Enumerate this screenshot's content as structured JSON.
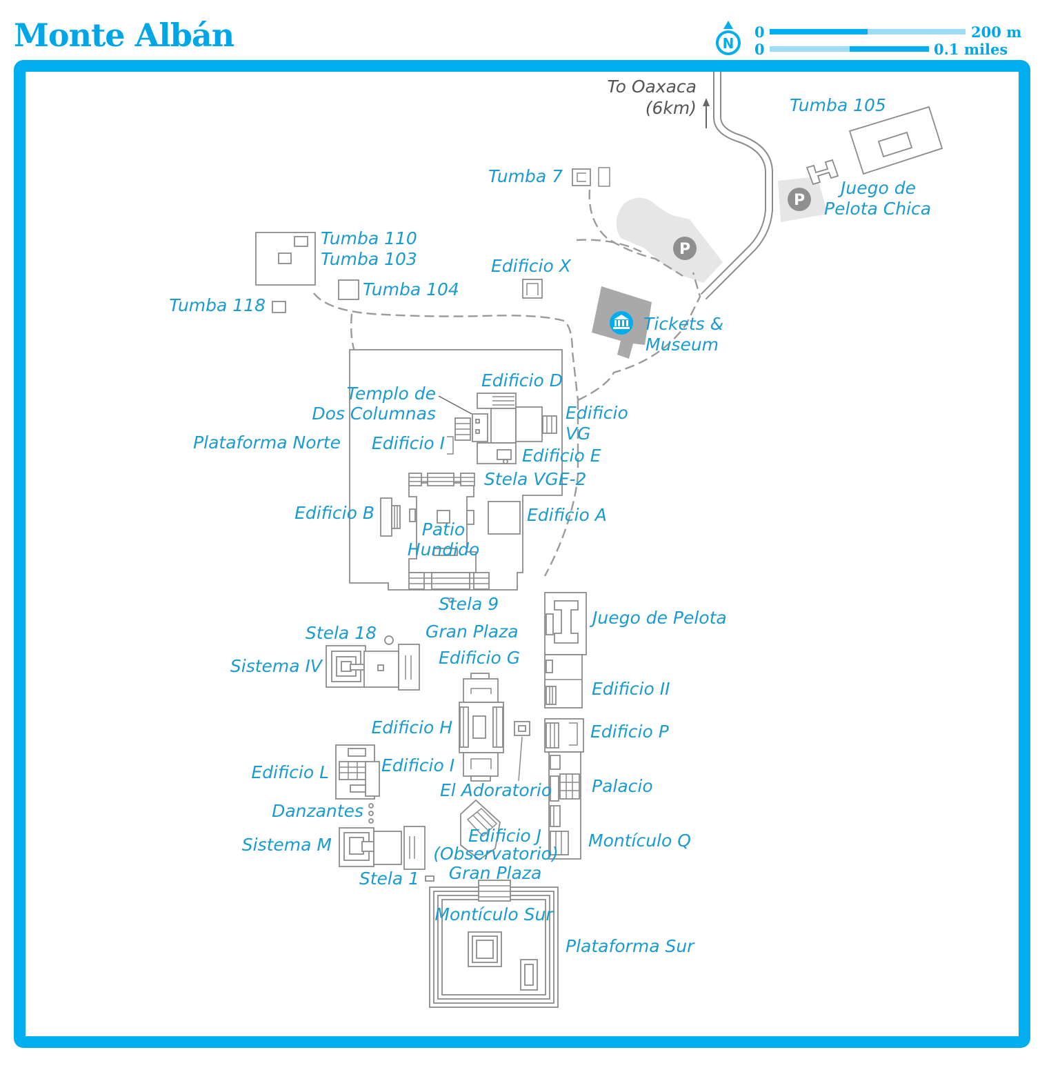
{
  "title": "Monte Albán",
  "scale": {
    "metric_start": "0",
    "metric_end": "200 m",
    "imperial_start": "0",
    "imperial_end": "0.1 miles",
    "north_label": "N"
  },
  "colors": {
    "accent": "#00aeef",
    "label": "#1a9bd0",
    "structure_outline": "#8a8a8a",
    "parking_area": "#e6e6e6",
    "museum_area": "#a9a9a9"
  },
  "icons": {
    "parking": "P",
    "museum": "museum-icon",
    "north": "north-arrow-icon"
  },
  "labels": {
    "to_oaxaca": "To Oaxaca",
    "to_oaxaca_dist": "(6km)",
    "tumba_105": "Tumba 105",
    "juego_pelota_chica_1": "Juego de",
    "juego_pelota_chica_2": "Pelota Chica",
    "tumba_7": "Tumba 7",
    "tumba_110": "Tumba 110",
    "tumba_103": "Tumba 103",
    "tumba_104": "Tumba 104",
    "tumba_118": "Tumba 118",
    "edificio_x": "Edificio X",
    "tickets_1": "Tickets &",
    "tickets_2": "Museum",
    "edificio_d": "Edificio D",
    "templo_1": "Templo de",
    "templo_2": "Dos Columnas",
    "edificio_vg_1": "Edificio",
    "edificio_vg_2": "VG",
    "plataforma_norte": "Plataforma Norte",
    "edificio_i_norte": "Edificio I",
    "edificio_e": "Edificio E",
    "stela_vge2": "Stela VGE-2",
    "edificio_b": "Edificio B",
    "edificio_a": "Edificio A",
    "patio_1": "Patio",
    "patio_2": "Hundido",
    "stela_9": "Stela 9",
    "juego_de_pelota": "Juego de Pelota",
    "stela_18": "Stela 18",
    "gran_plaza": "Gran Plaza",
    "sistema_iv": "Sistema IV",
    "edificio_g": "Edificio G",
    "edificio_ii": "Edificio II",
    "edificio_h": "Edificio H",
    "edificio_p": "Edificio P",
    "edificio_l": "Edificio L",
    "edificio_i": "Edificio I",
    "el_adoratorio": "El Adoratorio",
    "palacio": "Palacio",
    "danzantes": "Danzantes",
    "edificio_j_1": "Edificio J",
    "edificio_j_2": "(Observatorio)",
    "monticulo_q": "Montículo Q",
    "sistema_m": "Sistema M",
    "stela_1": "Stela 1",
    "gran_plaza_sur": "Gran Plaza",
    "monticulo_sur": "Montículo Sur",
    "plataforma_sur": "Plataforma Sur"
  }
}
